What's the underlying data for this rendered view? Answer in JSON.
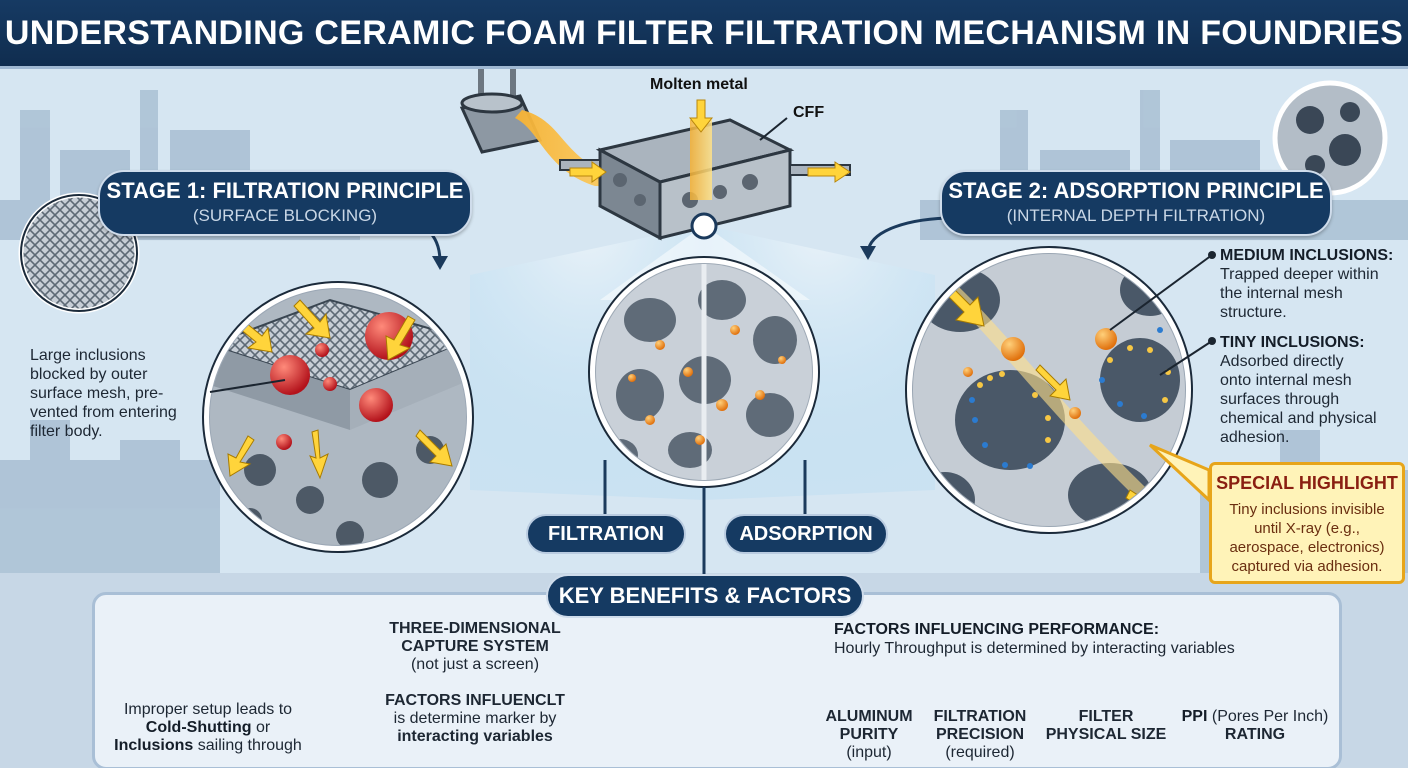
{
  "header": {
    "title": "UNDERSTANDING CERAMIC FOAM FILTER FILTRATION MECHANISM IN FOUNDRIES"
  },
  "top_labels": {
    "molten_metal": "Molten metal",
    "cff": "CFF"
  },
  "stage1": {
    "title": "STAGE 1: FILTRATION PRINCIPLE",
    "subtitle": "(SURFACE BLOCKING)",
    "description": [
      "Large inclusions",
      "blocked by outer",
      "surface mesh, pre-",
      "vented from entering",
      "filter body."
    ]
  },
  "stage2": {
    "title": "STAGE 2: ADSORPTION PRINCIPLE",
    "subtitle": "(INTERNAL DEPTH FILTRATION)",
    "medium": {
      "title": "MEDIUM INCLUSIONS:",
      "lines": [
        "Trapped deeper within",
        "the internal mesh",
        "structure."
      ]
    },
    "tiny": {
      "title": "TINY INCLUSIONS:",
      "lines": [
        "Adsorbed directly",
        "onto internal mesh",
        "surfaces through",
        "chemical and physical",
        "adhesion."
      ]
    }
  },
  "highlight": {
    "title": "SPECIAL HIGHLIGHT",
    "lines": [
      "Tiny inclusions invisible",
      "until X-ray (e.g.,",
      "aerospace, electronics)",
      "captured via adhesion."
    ]
  },
  "mechanism_buttons": {
    "filtration": "FILTRATION",
    "adsorption": "ADSORPTION"
  },
  "benefits": {
    "title": "KEY BENEFITS & FACTORS",
    "improper": [
      "Improper setup leads to",
      "Cold-Shutting",
      "or",
      "Inclusions",
      "sailing through"
    ],
    "capture": {
      "title_l1": "THREE-DIMENSIONAL",
      "title_l2": "CAPTURE SYSTEM",
      "sub": "(not just a screen)"
    },
    "factors_left": {
      "title": "FACTORS INFLUENCLT",
      "line1": "is determine marker by",
      "line2": "interacting variables"
    },
    "factors_right": {
      "title": "FACTORS INFLUENCING PERFORMANCE:",
      "sub": "Hourly Throughput is determined by interacting variables"
    },
    "factor_items": [
      {
        "l1": "ALUMINUM",
        "l2": "PURITY",
        "l3": "(input)",
        "icon": "droplet-icon"
      },
      {
        "l1": "FILTRATION",
        "l2": "PRECISION",
        "l3": "(required)",
        "icon": "crosshair-icon"
      },
      {
        "l1": "FILTER",
        "l2": "PHYSICAL SIZE",
        "l3": "",
        "icon": "expand-icon"
      },
      {
        "l1": "PPI",
        "l1b": "(Pores Per Inch)",
        "l2": "RATING",
        "l3": "",
        "icon": "pores-icon"
      }
    ]
  },
  "colors": {
    "navy": "#153a62",
    "highlight_border": "#e7a51a",
    "inclusion_red": "#c81e1e",
    "inclusion_orange": "#f28c1c"
  }
}
